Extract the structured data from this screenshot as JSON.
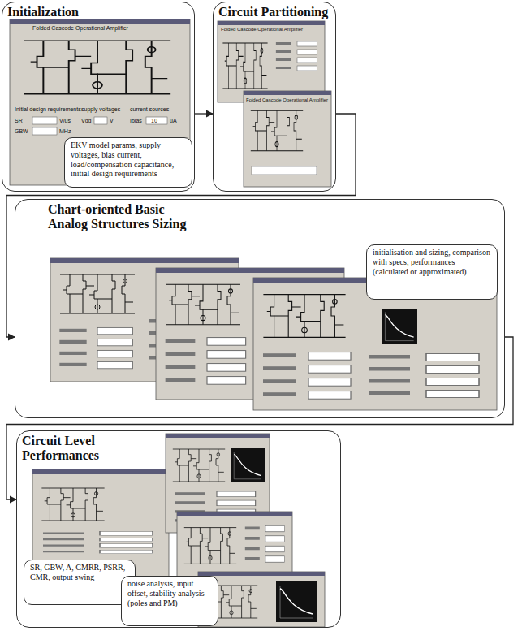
{
  "diagram": {
    "nodes": [
      {
        "text": [
          "Initialization"
        ]
      },
      {
        "text": [
          "EKV model params, supply voltages, bias current, load/compensation capacitance, initial design requirements"
        ],
        "in": 0
      },
      {
        "text": [
          "Circuit Partitioning"
        ]
      },
      {
        "text": [
          "Chart-oriented Basic Analog Structures Sizing"
        ]
      },
      {
        "text": [
          "initialisation and sizing, comparison with specs, performances (calculated or approximated)"
        ],
        "in": 3
      },
      {
        "text": [
          "Circuit Level Performances"
        ]
      },
      {
        "text": [
          "SR, GBW, A, CMRR, PSRR, CMR, output swing"
        ],
        "in": 5
      },
      {
        "text": [
          "noise analysis, input offset, stability analysis (poles and PM)"
        ],
        "in": 5
      }
    ],
    "edges": [
      {
        "from": 0,
        "to": 2,
        "arrow": "to"
      },
      {
        "from": 2,
        "to": 3,
        "arrow": "to"
      },
      {
        "from": 3,
        "to": 5,
        "arrow": "to"
      }
    ],
    "labels": [
      "Folded Cascode Operational Amplifier",
      "Initial design requirements",
      "SR",
      "V/us",
      "GBW",
      "MHz",
      "supply voltages",
      "Vdd",
      "V",
      "current sources",
      "Ibias",
      "10",
      "uA",
      "Folded Cascode Operational Amplifier",
      "Folded Cascode Operational Amplifier"
    ]
  }
}
